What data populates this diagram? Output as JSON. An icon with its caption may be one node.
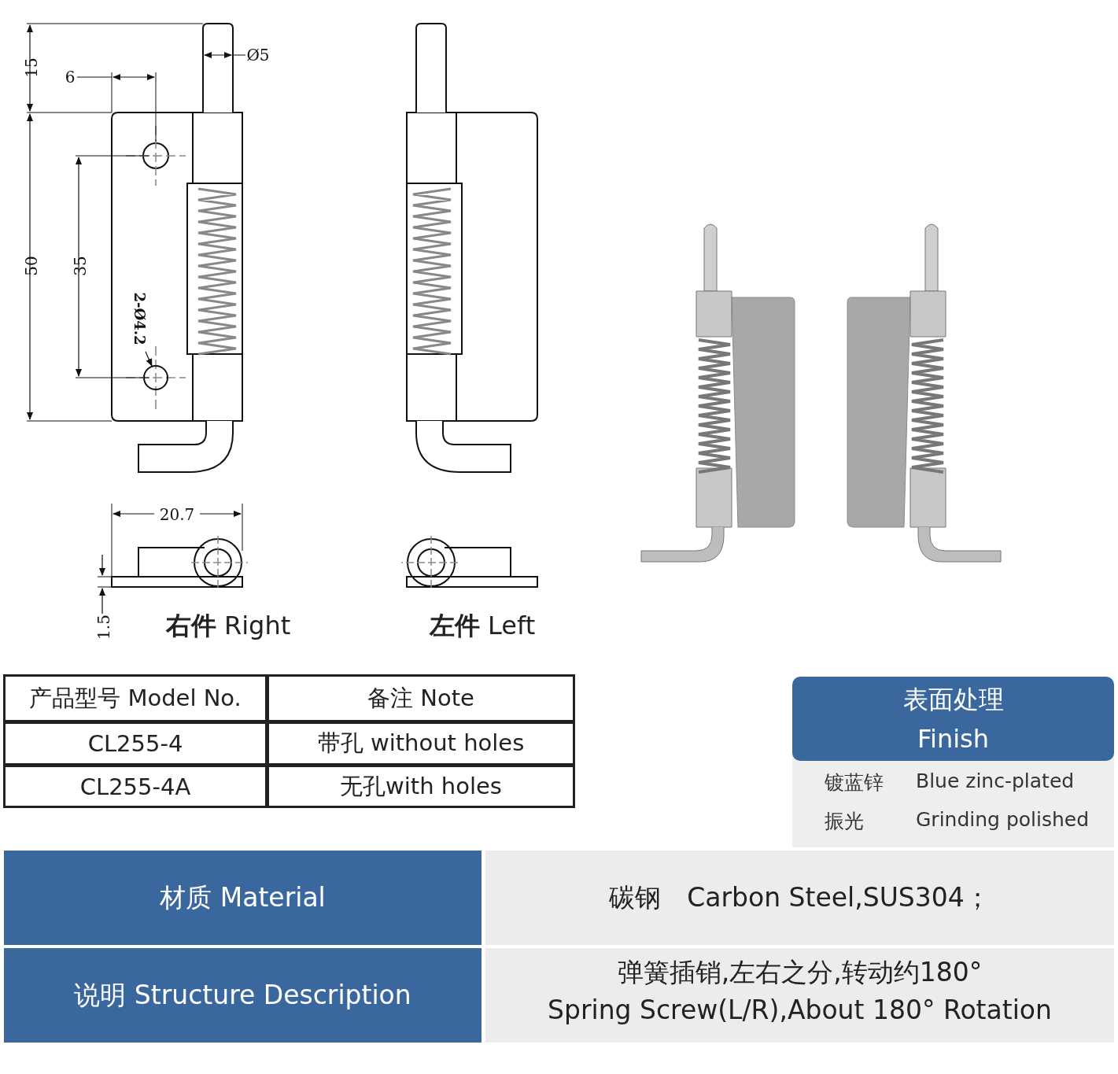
{
  "diagram": {
    "nodes": [
      {
        "text": [
          "2-Ø4.2"
        ]
      },
      {
        "text": [],
        "shape": "circle"
      }
    ],
    "edges": [
      {
        "from": 0,
        "to": 1,
        "arrow": "to"
      }
    ],
    "labels": [
      "15",
      "6",
      "Ø5",
      "50",
      "35",
      "20.7",
      "1.5",
      "**右件** Right",
      "**左件** Left",
      "产品型号 Model No.",
      "备注 Note",
      "CL255-4",
      "带孔 without holes",
      "CL255-4A",
      "无孔with holes",
      "表面处理 Finish",
      "镀蓝锌",
      "Blue zinc-plated",
      "振光",
      "Grinding polished",
      "材质 Material",
      "碳钢　Carbon Steel,SUS304；",
      "说明 Structure Description",
      "弹簧插销,左右之分,转动约180°",
      "Spring Screw(L/R),About 180° Rotation"
    ]
  }
}
